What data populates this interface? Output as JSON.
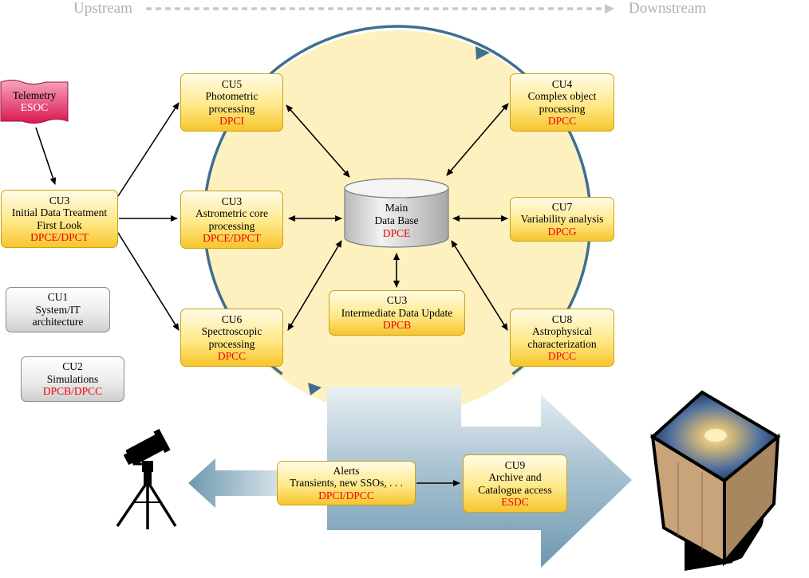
{
  "header": {
    "upstream": "Upstream",
    "downstream": "Downstream"
  },
  "telemetry": {
    "title": "Telemetry",
    "org": "ESOC"
  },
  "database": {
    "line1": "Main",
    "line2": "Data Base",
    "org": "DPCE"
  },
  "units": {
    "cu3_idt": {
      "code": "CU3",
      "lines": [
        "Initial Data Treatment",
        "First Look"
      ],
      "org": "DPCE/DPCT"
    },
    "cu5": {
      "code": "CU5",
      "lines": [
        "Photometric",
        "processing"
      ],
      "org": "DPCI"
    },
    "cu3_astro": {
      "code": "CU3",
      "lines": [
        "Astrometric core",
        "processing"
      ],
      "org": "DPCE/DPCT"
    },
    "cu6": {
      "code": "CU6",
      "lines": [
        "Spectroscopic",
        "processing"
      ],
      "org": "DPCC"
    },
    "cu4": {
      "code": "CU4",
      "lines": [
        "Complex object",
        "processing"
      ],
      "org": "DPCC"
    },
    "cu7": {
      "code": "CU7",
      "lines": [
        "Variability analysis"
      ],
      "org": "DPCG"
    },
    "cu8": {
      "code": "CU8",
      "lines": [
        "Astrophysical",
        "characterization"
      ],
      "org": "DPCC"
    },
    "cu3_idu": {
      "code": "CU3",
      "lines": [
        "Intermediate Data Update"
      ],
      "org": "DPCB"
    },
    "cu1": {
      "code": "CU1",
      "lines": [
        "System/IT",
        "architecture"
      ],
      "org": ""
    },
    "cu2": {
      "code": "CU2",
      "lines": [
        "Simulations"
      ],
      "org": "DPCB/DPCC"
    },
    "alerts": {
      "code": "Alerts",
      "lines": [
        "Transients, new SSOs, . . ."
      ],
      "org": "DPCI/DPCC"
    },
    "cu9": {
      "code": "CU9",
      "lines": [
        "Archive and",
        "Catalogue access"
      ],
      "org": "ESDC"
    }
  },
  "colors": {
    "box_fill": "#ffe98a",
    "box_border": "#c9a21a",
    "org_text": "#ee0000",
    "cycle_fill": "#fdf1bf",
    "cycle_stroke": "#3f6f8f",
    "flow_arrow": "#7fa6bd",
    "gray_box_fill": "#e6e6e6",
    "telemetry_fill": "#e0245e"
  },
  "icons": {
    "telescope": "telescope-icon",
    "archive": "archive-cube-icon",
    "telemetry": "telemetry-flag-icon"
  }
}
